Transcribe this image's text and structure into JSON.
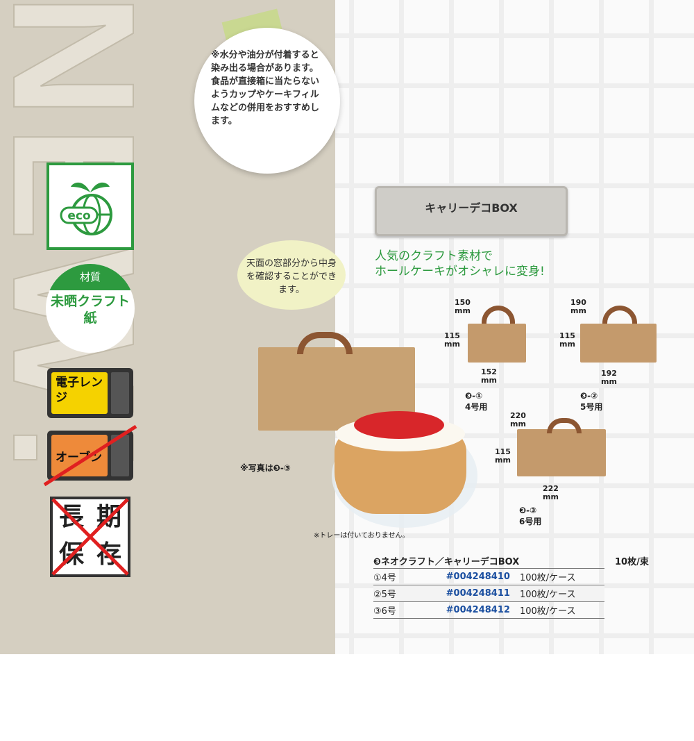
{
  "background_text": "NEW!",
  "note_circle": "※水分や油分が付着すると染み出る場合があります。食品が直接箱に当たらないようカップやケーキフィルムなどの併用をおすすめします。",
  "speech_bubble": "天面の窓部分から中身を確認することができます。",
  "badges": {
    "eco": "eco",
    "material_header": "材質",
    "material_body": "未晒クラフト紙",
    "microwave": "電子レンジ",
    "oven": "オーブン",
    "long_storage": [
      "長",
      "期",
      "保",
      "存"
    ]
  },
  "colors": {
    "green": "#2d9a3f",
    "code_blue": "#1b4fa0",
    "left_panel": "#d5cfc1"
  },
  "product_title": "キャリーデコBOX",
  "catch_copy": [
    "人気のクラフト素材で",
    "ホールケーキがオシャレに変身!"
  ],
  "photo_note": "※写真は❸-③",
  "tray_note": "※トレーは付いておりません。",
  "sizes": [
    {
      "id": "❸-①",
      "label": "4号用",
      "depth": "150\nmm",
      "height": "115\nmm",
      "width": "152\nmm"
    },
    {
      "id": "❸-②",
      "label": "5号用",
      "depth": "190\nmm",
      "height": "115\nmm",
      "width": "192\nmm"
    },
    {
      "id": "❸-③",
      "label": "6号用",
      "depth": "220\nmm",
      "height": "115\nmm",
      "width": "222\nmm"
    }
  ],
  "table": {
    "title": "❸ネオクラフト／キャリーデコBOX",
    "bundle": "10枚/束",
    "rows": [
      [
        "①4号",
        "#004248410",
        "100枚/ケース"
      ],
      [
        "②5号",
        "#004248411",
        "100枚/ケース"
      ],
      [
        "③6号",
        "#004248412",
        "100枚/ケース"
      ]
    ]
  }
}
